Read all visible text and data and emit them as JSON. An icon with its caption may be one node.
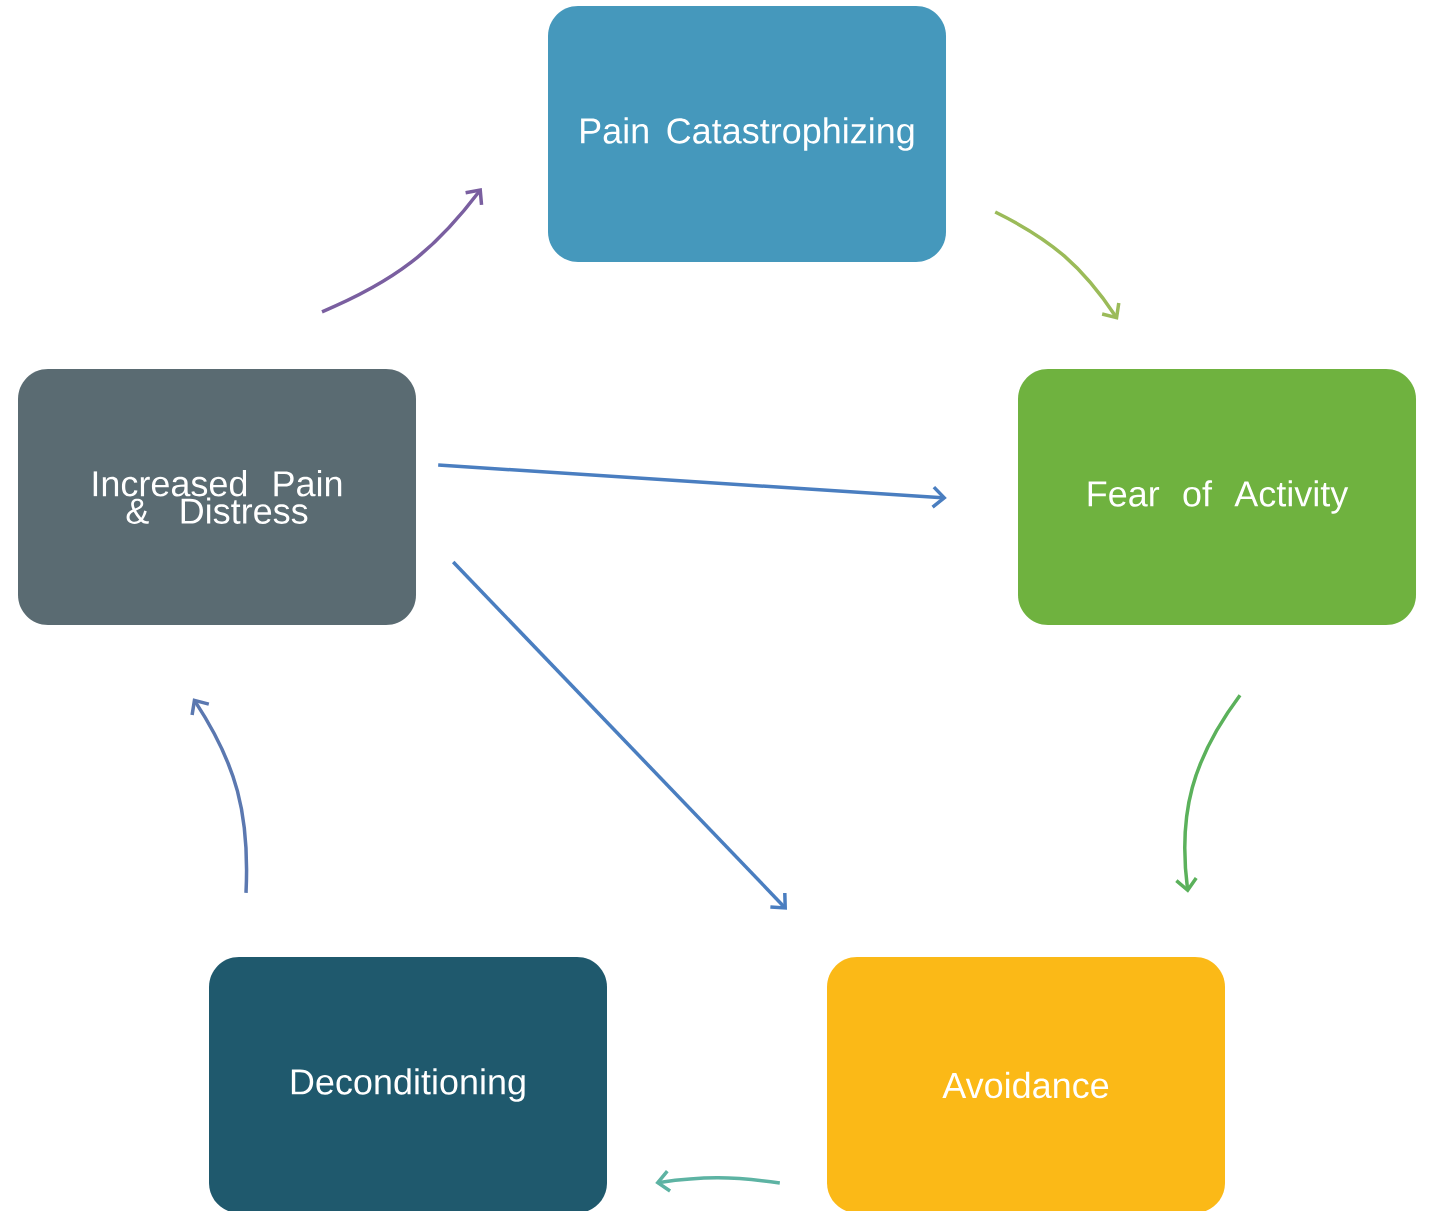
{
  "diagram": {
    "nodes": [
      {
        "text": [
          "Pain Catastrophizing"
        ]
      },
      {
        "text": [
          "Fear of Activity"
        ]
      },
      {
        "text": [
          "Avoidance"
        ]
      },
      {
        "text": [
          "Deconditioning"
        ]
      },
      {
        "text": [
          "Increased Pain & Distress"
        ]
      }
    ],
    "edges": [
      {
        "from": 0,
        "to": 1,
        "arrow": "to",
        "color": "#9bbb59"
      },
      {
        "from": 1,
        "to": 2,
        "arrow": "to",
        "color": "#5bb15b"
      },
      {
        "from": 2,
        "to": 3,
        "arrow": "to",
        "color": "#5db3a3"
      },
      {
        "from": 3,
        "to": 4,
        "arrow": "to",
        "color": "#5b78b0"
      },
      {
        "from": 4,
        "to": 0,
        "arrow": "to",
        "color": "#7a5fa0"
      },
      {
        "from": 4,
        "to": 1,
        "arrow": "to",
        "color": "#4a7ec0"
      },
      {
        "from": 4,
        "to": 2,
        "arrow": "to",
        "color": "#4a7ec0"
      }
    ]
  }
}
